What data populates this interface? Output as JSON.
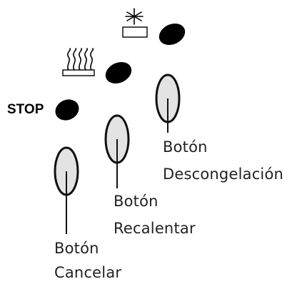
{
  "indicators": {
    "stop_label": "STOP",
    "defrost_icon": "snowflake-icon",
    "reheat_icon": "heat-waves-icon",
    "led_color": "#000000"
  },
  "buttons": {
    "defrost": {
      "line1": "Botón",
      "line2": "Descongelación"
    },
    "reheat": {
      "line1": "Botón",
      "line2": "Recalentar"
    },
    "cancel": {
      "line1": "Botón",
      "line2": "Cancelar"
    },
    "fill_color": "#e3e3e3",
    "outline_color": "#111111"
  }
}
